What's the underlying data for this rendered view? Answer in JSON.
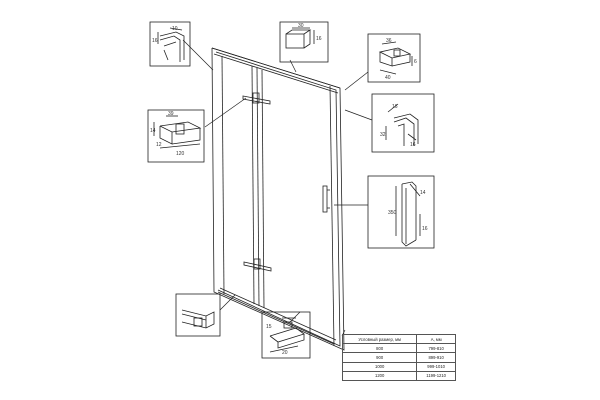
{
  "details": {
    "top_left_corner": {
      "dims": [
        "10",
        "16"
      ]
    },
    "top_profile": {
      "dims": [
        "30",
        "16"
      ]
    },
    "top_right_bracket": {
      "dims": [
        "36",
        "40",
        "6"
      ]
    },
    "left_hinge": {
      "dims": [
        "39",
        "14",
        "12",
        "120"
      ]
    },
    "right_profile": {
      "dims": [
        "16",
        "32",
        "16"
      ]
    },
    "handle": {
      "dims": [
        "350",
        "14",
        "16"
      ]
    },
    "bottom_left_profile": {
      "dims": []
    },
    "bottom_threshold": {
      "dims": [
        "15",
        "20"
      ]
    }
  },
  "size_table": {
    "headers": [
      "Условный размер, мм",
      "А, мм"
    ],
    "rows": [
      [
        "800",
        "799-810"
      ],
      [
        "900",
        "899-910"
      ],
      [
        "1000",
        "999-1010"
      ],
      [
        "1200",
        "1199-1210"
      ]
    ]
  }
}
